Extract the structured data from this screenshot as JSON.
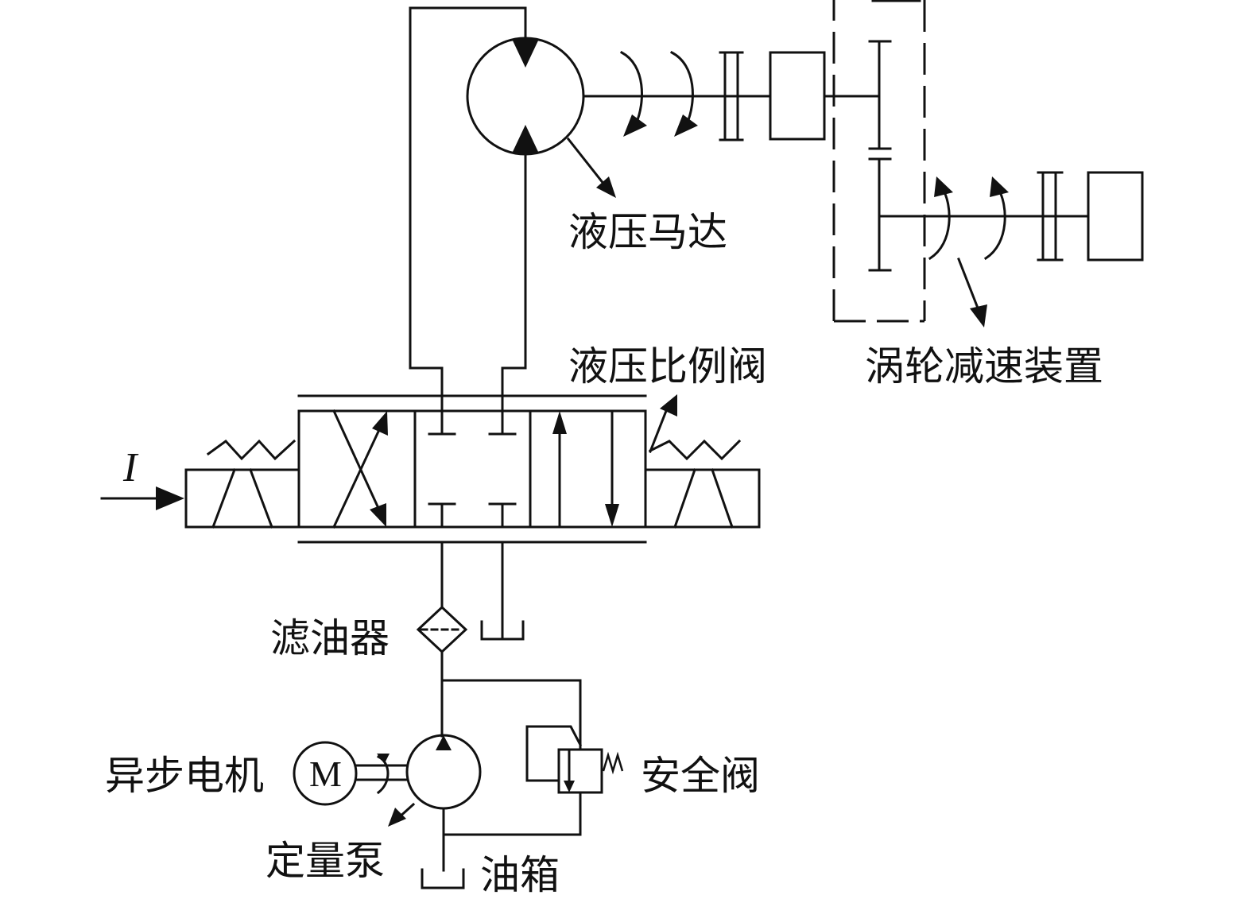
{
  "labels": {
    "hydraulic_motor": "液压马达",
    "worm_reducer": "涡轮减速装置",
    "proportional_valve": "液压比例阀",
    "input_current": "I",
    "filter": "滤油器",
    "async_motor": "异步电机",
    "motor_symbol": "M",
    "safety_valve": "安全阀",
    "fixed_pump": "定量泵",
    "oil_tank": "油箱"
  }
}
